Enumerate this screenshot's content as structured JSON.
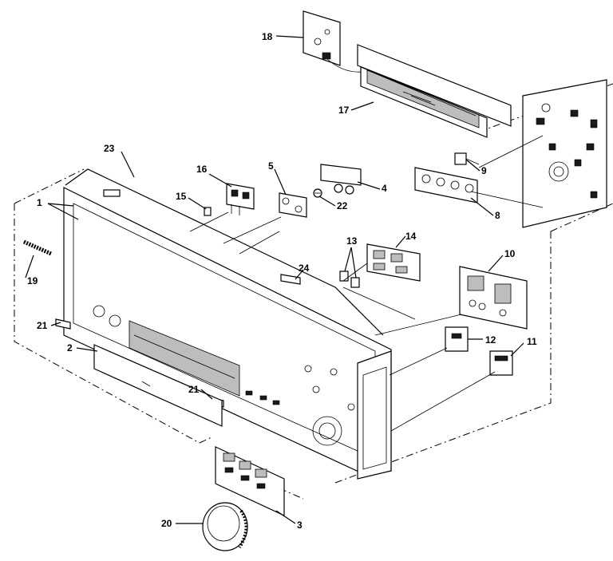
{
  "callouts": {
    "c1": "1",
    "c2": "2",
    "c3": "3",
    "c4": "4",
    "c5": "5",
    "c8": "8",
    "c9": "9",
    "c10": "10",
    "c11": "11",
    "c12": "12",
    "c13": "13",
    "c14": "14",
    "c15": "15",
    "c16": "16",
    "c17": "17",
    "c18": "18",
    "c19": "19",
    "c20": "20",
    "c21a": "21",
    "c21b": "21",
    "c22": "22",
    "c23": "23",
    "c24": "24"
  }
}
